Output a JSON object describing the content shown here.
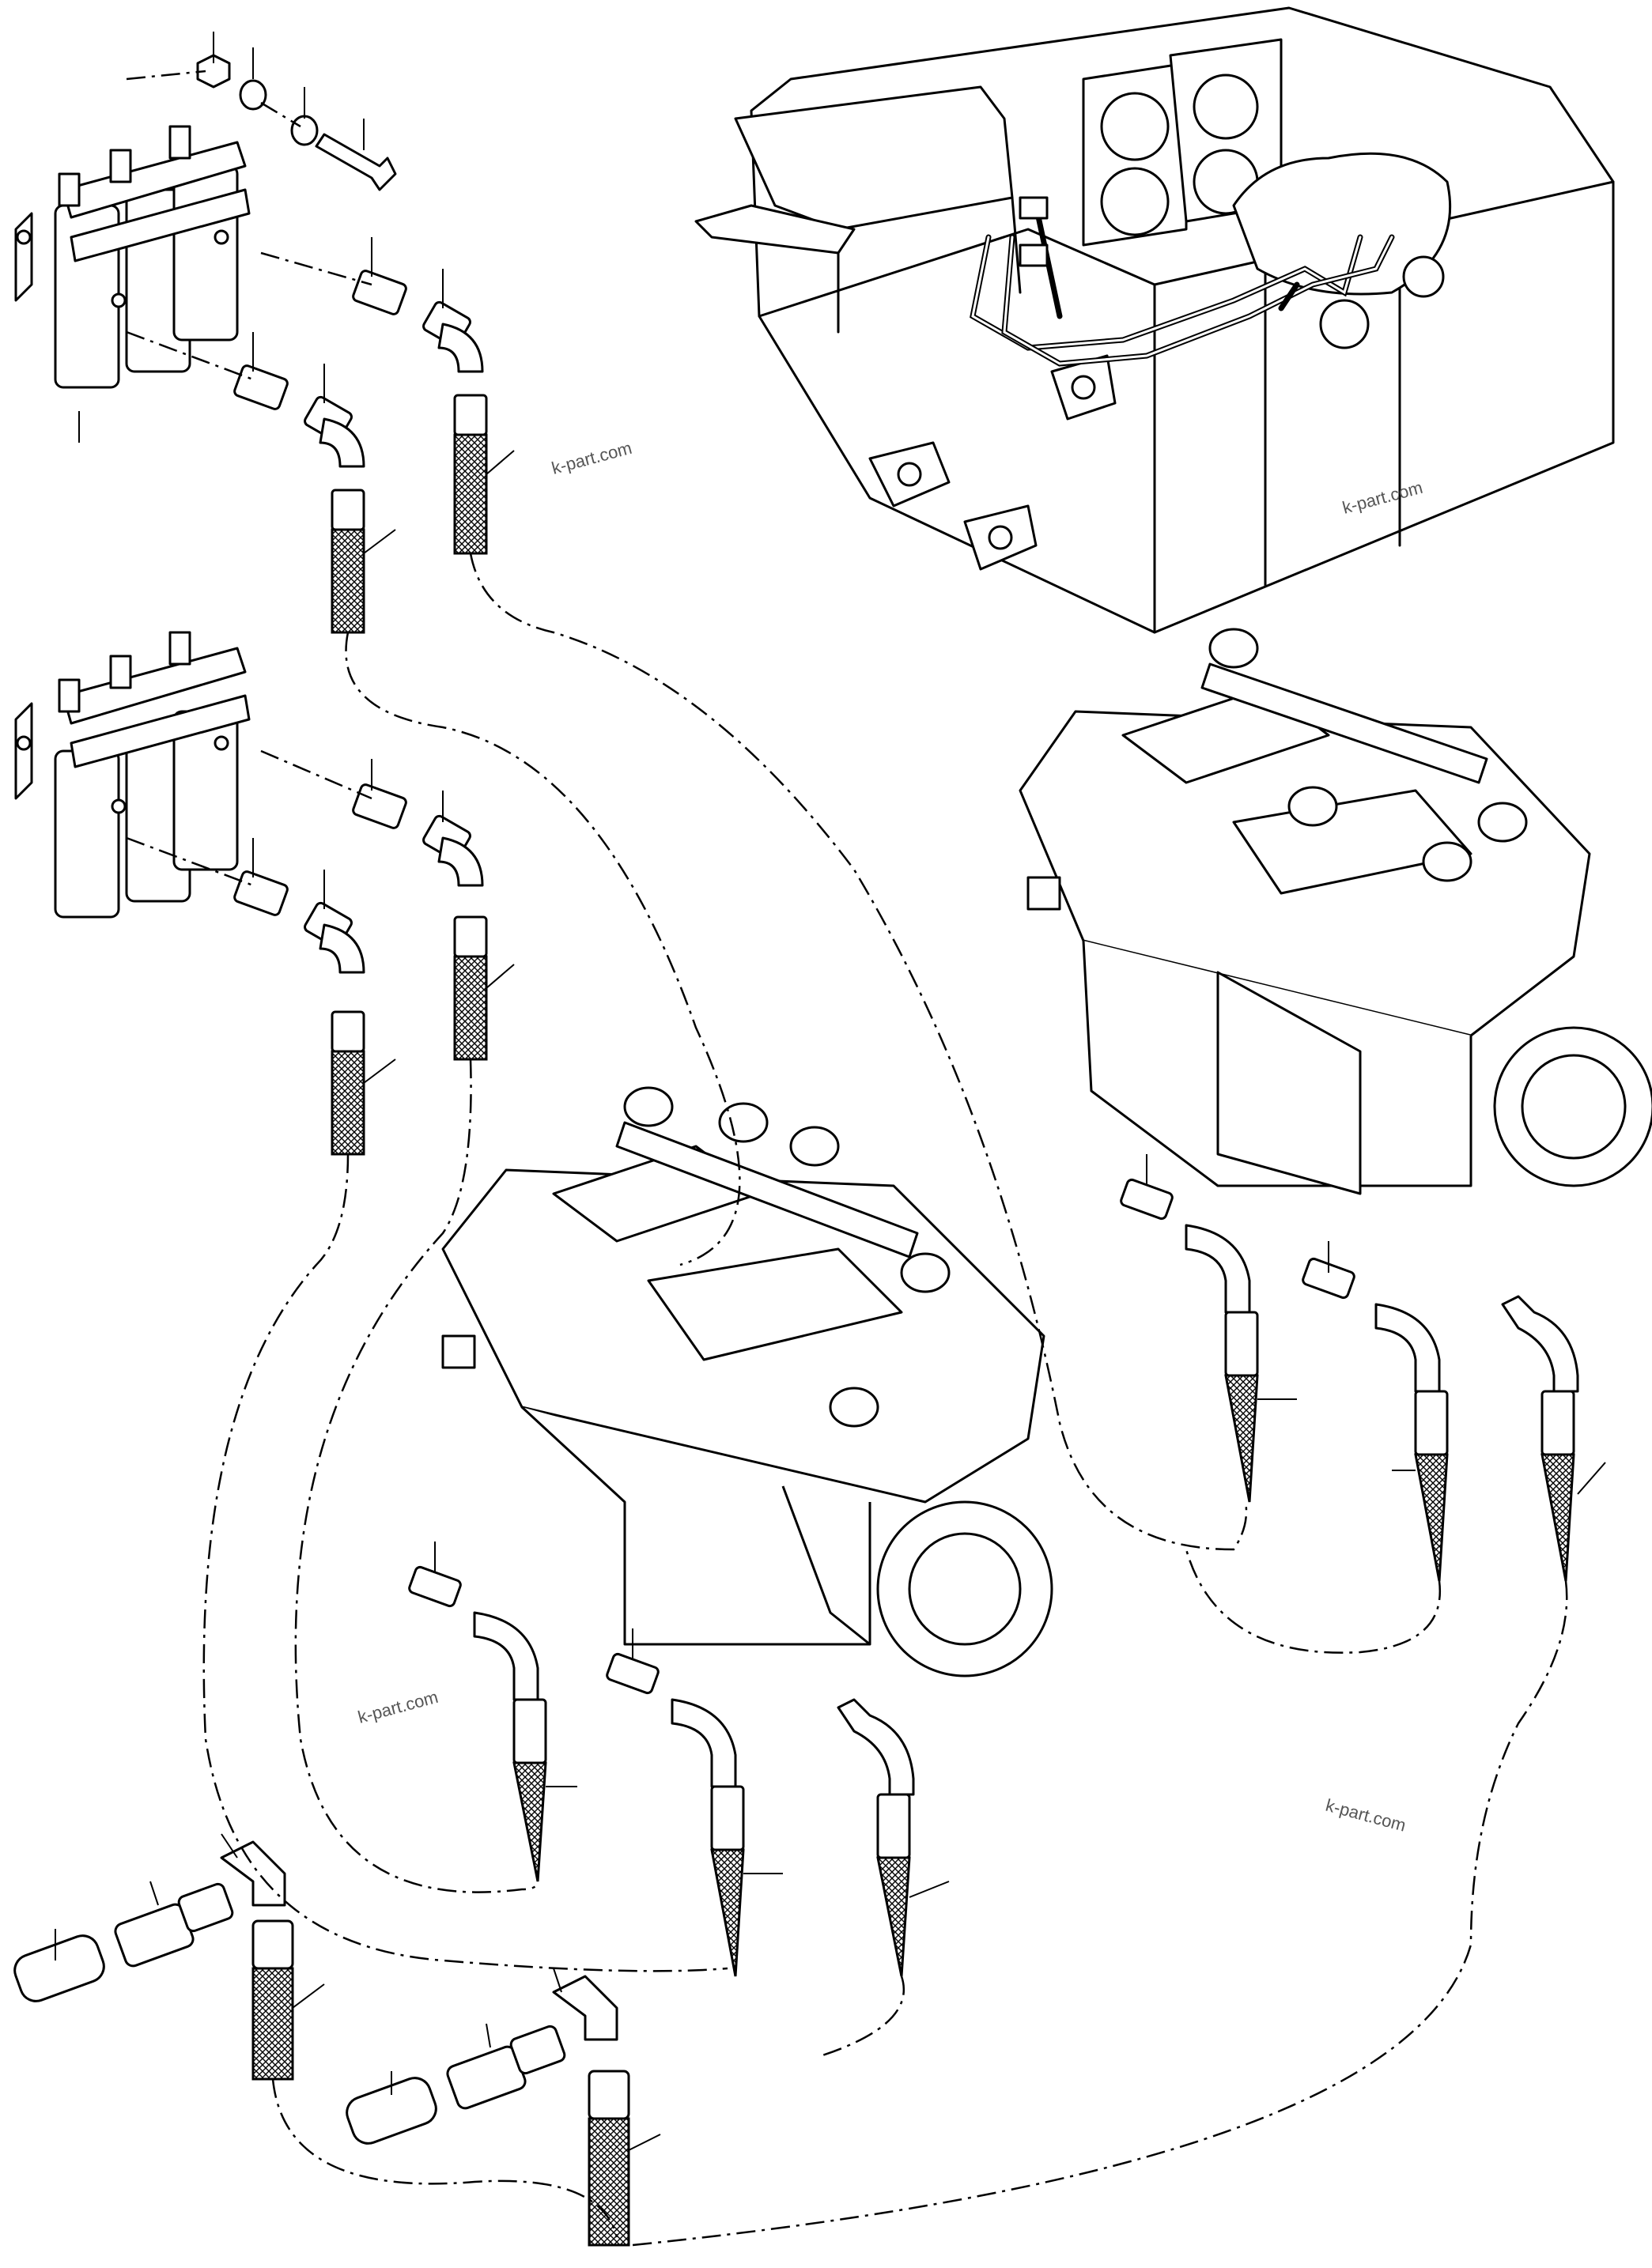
{
  "watermarks": [
    "k-part.com",
    "k-part.com",
    "k-part.com",
    "k-part.com"
  ],
  "colors": {
    "line": "#000000",
    "background": "#ffffff",
    "watermark": "#555555"
  }
}
